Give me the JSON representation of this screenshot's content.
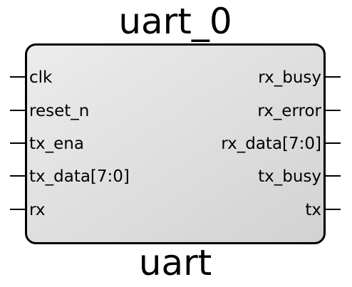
{
  "block": {
    "instance_name": "uart_0",
    "module_name": "uart"
  },
  "ports": {
    "inputs": [
      "clk",
      "reset_n",
      "tx_ena",
      "tx_data[7:0]",
      "rx"
    ],
    "outputs": [
      "rx_busy",
      "rx_error",
      "rx_data[7:0]",
      "tx_busy",
      "tx"
    ]
  },
  "colors": {
    "body_fill_light": "#ececec",
    "body_fill_dark": "#d2d2d2",
    "outline": "#000000",
    "text": "#000000"
  }
}
